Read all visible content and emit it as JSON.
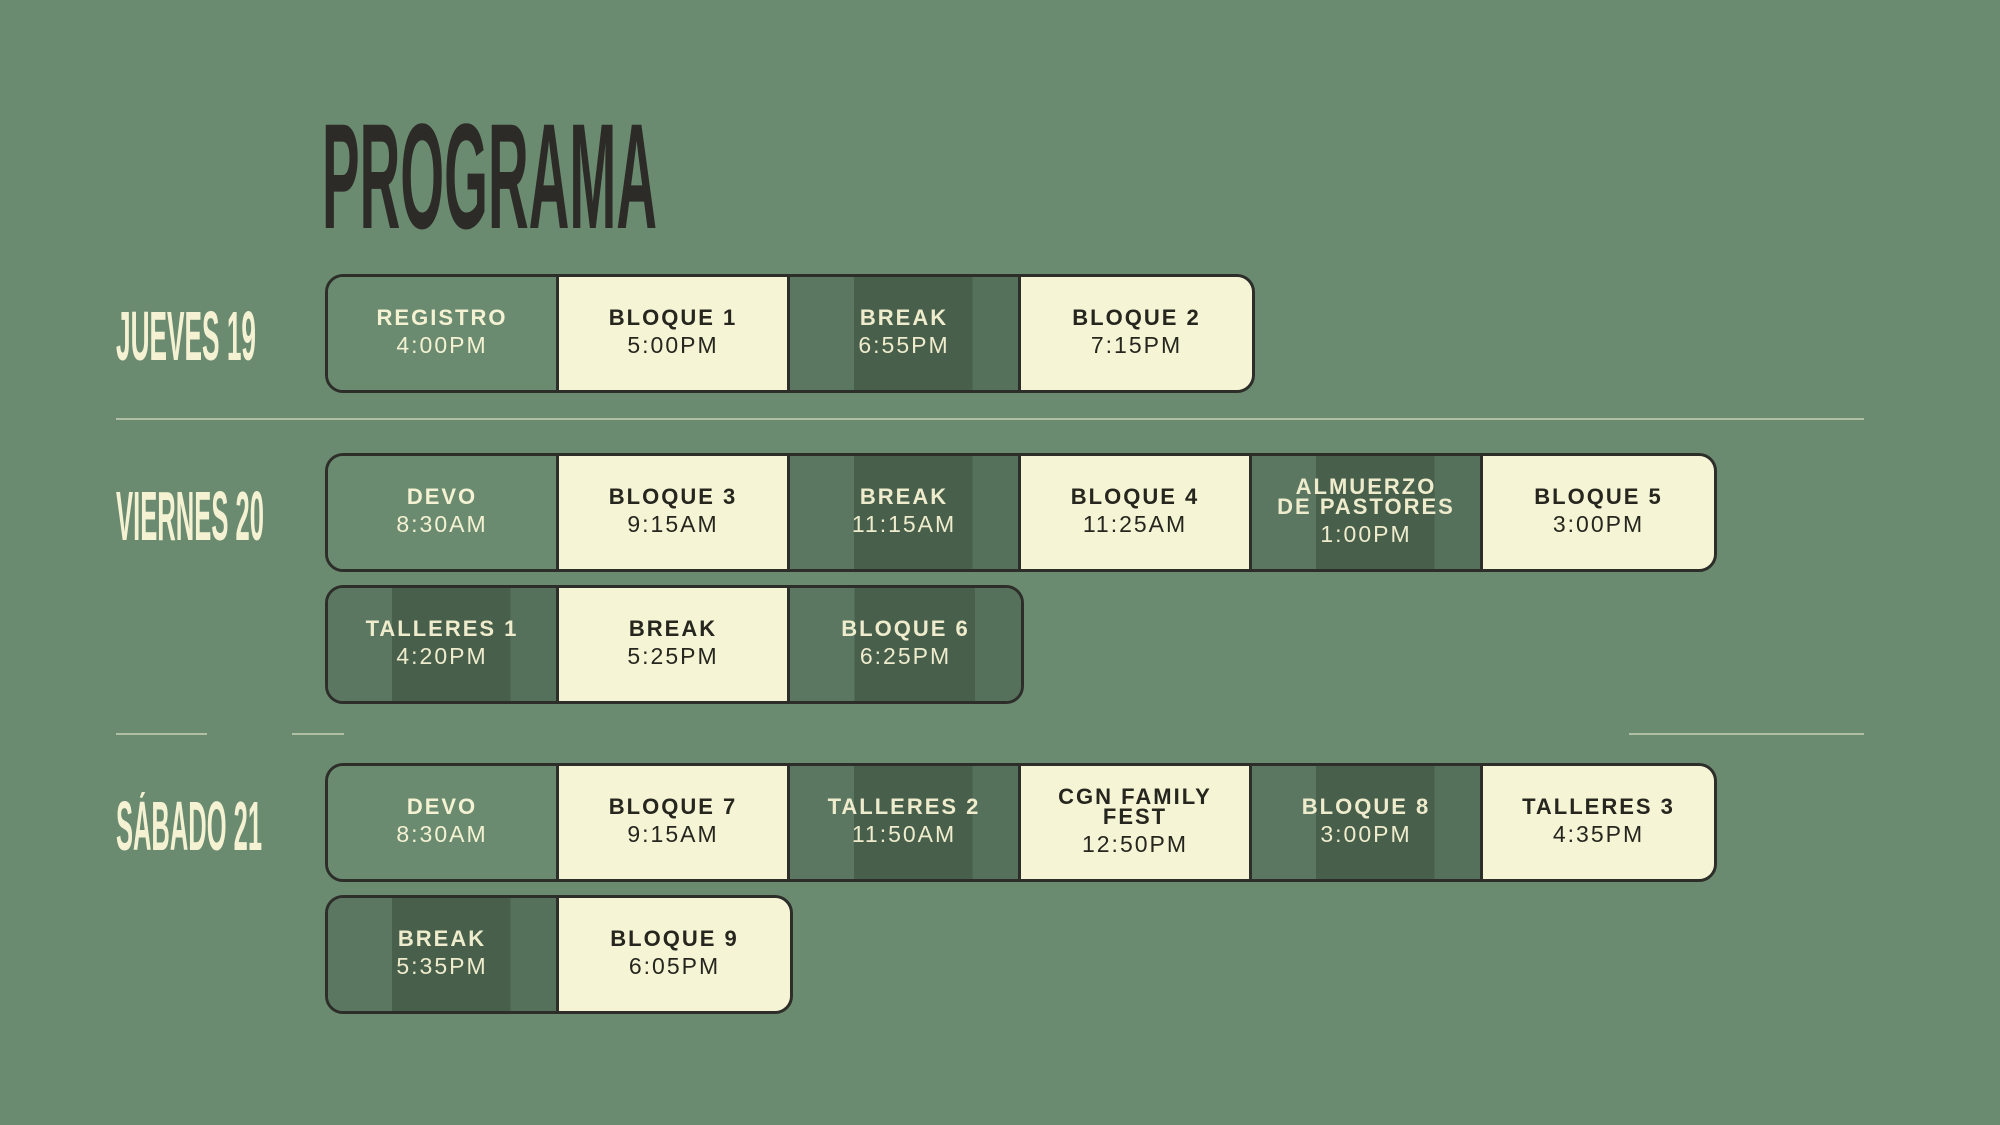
{
  "title": "PROGRAMA",
  "colors": {
    "background": "#6a8b70",
    "cream": "#f5f5d6",
    "dark": "#485f4b",
    "ink": "#2d2b27"
  },
  "days": [
    {
      "label": "JUEVES 19",
      "rows": [
        [
          {
            "name": "REGISTRO",
            "time": "4:00PM",
            "style": "medium"
          },
          {
            "name": "BLOQUE 1",
            "time": "5:00PM",
            "style": "cream"
          },
          {
            "name": "BREAK",
            "time": "6:55PM",
            "style": "dark"
          },
          {
            "name": "BLOQUE 2",
            "time": "7:15PM",
            "style": "cream"
          }
        ]
      ]
    },
    {
      "label": "VIERNES 20",
      "rows": [
        [
          {
            "name": "DEVO",
            "time": "8:30AM",
            "style": "medium"
          },
          {
            "name": "BLOQUE 3",
            "time": "9:15AM",
            "style": "cream"
          },
          {
            "name": "BREAK",
            "time": "11:15AM",
            "style": "dark"
          },
          {
            "name": "BLOQUE 4",
            "time": "11:25AM",
            "style": "cream"
          },
          {
            "name": "ALMUERZO\nDE PASTORES",
            "time": "1:00PM",
            "style": "dark"
          },
          {
            "name": "BLOQUE 5",
            "time": "3:00PM",
            "style": "cream"
          }
        ],
        [
          {
            "name": "TALLERES 1",
            "time": "4:20PM",
            "style": "dark"
          },
          {
            "name": "BREAK",
            "time": "5:25PM",
            "style": "cream"
          },
          {
            "name": "BLOQUE 6",
            "time": "6:25PM",
            "style": "dark"
          }
        ]
      ]
    },
    {
      "label": "SÁBADO 21",
      "rows": [
        [
          {
            "name": "DEVO",
            "time": "8:30AM",
            "style": "medium"
          },
          {
            "name": "BLOQUE 7",
            "time": "9:15AM",
            "style": "cream"
          },
          {
            "name": "TALLERES 2",
            "time": "11:50AM",
            "style": "dark"
          },
          {
            "name": "CGN FAMILY\nFEST",
            "time": "12:50PM",
            "style": "cream"
          },
          {
            "name": "BLOQUE 8",
            "time": "3:00PM",
            "style": "dark"
          },
          {
            "name": "TALLERES 3",
            "time": "4:35PM",
            "style": "cream"
          }
        ],
        [
          {
            "name": "BREAK",
            "time": "5:35PM",
            "style": "dark"
          },
          {
            "name": "BLOQUE 9",
            "time": "6:05PM",
            "style": "cream"
          }
        ]
      ]
    }
  ]
}
